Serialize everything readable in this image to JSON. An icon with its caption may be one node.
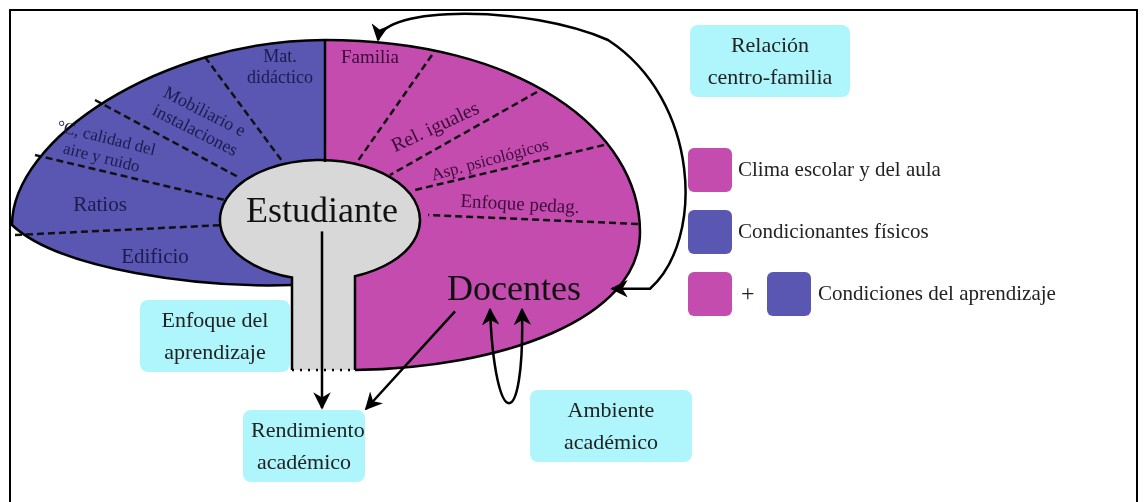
{
  "diagram": {
    "nodes": [
      {
        "text": [
          "Mat. didáctico"
        ]
      },
      {
        "text": [
          "Mobiliario e instalaciones"
        ]
      },
      {
        "text": [
          "°C, calidad del aire y ruido"
        ]
      },
      {
        "text": [
          "Ratios"
        ]
      },
      {
        "text": [
          "Edificio"
        ]
      },
      {
        "text": [
          "Familia"
        ]
      },
      {
        "text": [
          "Rel. iguales"
        ]
      },
      {
        "text": [
          "Asp. psicológicos"
        ]
      },
      {
        "text": [
          "Enfoque pedag."
        ]
      },
      {
        "text": [
          "Estudiante"
        ]
      },
      {
        "text": [
          "Docentes"
        ]
      },
      {
        "text": [
          "Relación centro-familia"
        ]
      },
      {
        "text": [
          "Enfoque del aprendizaje"
        ]
      },
      {
        "text": [
          "Rendimiento académico"
        ]
      },
      {
        "text": [
          "Ambiente académico"
        ]
      }
    ],
    "edges": [
      {
        "from": 5,
        "to": 10,
        "arrow": "both"
      },
      {
        "from": 9,
        "to": 13,
        "arrow": "to"
      },
      {
        "from": 10,
        "to": 13,
        "arrow": "to"
      },
      {
        "from": 10,
        "to": 10,
        "arrow": "both"
      }
    ],
    "labels": [
      "+"
    ],
    "legend": [
      {
        "text": "Clima escolar y del aula",
        "color": "#c44cae"
      },
      {
        "text": "Condicionantes físicos",
        "color": "#5a57b3"
      },
      {
        "text": "Condiciones del aprendizaje"
      }
    ]
  }
}
